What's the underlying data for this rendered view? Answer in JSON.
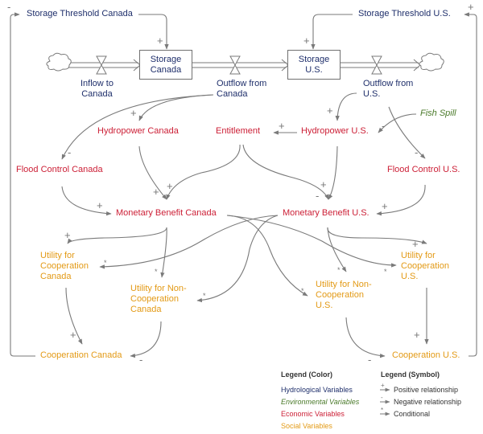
{
  "colors": {
    "hydrological": "#1f2f6b",
    "environmental": "#4a7a2a",
    "economic": "#cc1f36",
    "social": "#e39a16",
    "link": "#7a7a7a"
  },
  "stocks": {
    "storage_canada": "Storage\nCanada",
    "storage_us": "Storage\nU.S."
  },
  "variables": {
    "storage_threshold_canada": "Storage Threshold Canada",
    "storage_threshold_us": "Storage Threshold U.S.",
    "inflow_canada": "Inflow to\nCanada",
    "outflow_canada": "Outflow from\nCanada",
    "outflow_us": "Outflow from\nU.S.",
    "fish_spill": "Fish Spill",
    "hydropower_canada": "Hydropower Canada",
    "entitlement": "Entitlement",
    "hydropower_us": "Hydropower U.S.",
    "flood_control_canada": "Flood Control Canada",
    "flood_control_us": "Flood Control U.S.",
    "monetary_benefit_canada": "Monetary Benefit Canada",
    "monetary_benefit_us": "Monetary Benefit U.S.",
    "utility_coop_canada": "Utility for\nCooperation\nCanada",
    "utility_noncoop_canada": "Utility for Non-\nCooperation\nCanada",
    "utility_noncoop_us": "Utility for Non-\nCooperation\nU.S.",
    "utility_coop_us": "Utility for\nCooperation\nU.S.",
    "cooperation_canada": "Cooperation Canada",
    "cooperation_us": "Cooperation U.S."
  },
  "polarity": {
    "positive": "+",
    "negative": "-",
    "conditional": "*"
  },
  "legend": {
    "color_title": "Legend (Color)",
    "symbol_title": "Legend (Symbol)",
    "color_items": [
      {
        "label": "Hydrological Variables",
        "category": "hydrological"
      },
      {
        "label": "Environmental Variables",
        "category": "environmental"
      },
      {
        "label": "Economic Variables",
        "category": "economic"
      },
      {
        "label": "Social Variables",
        "category": "social"
      }
    ],
    "symbol_items": [
      {
        "symbol": "+",
        "label": "Positive relationship"
      },
      {
        "symbol": "-",
        "label": "Negative relationship"
      },
      {
        "symbol": "*",
        "label": "Conditional"
      }
    ]
  },
  "links": [
    {
      "from": "storage_threshold_canada",
      "to": "storage_canada",
      "polarity": "+"
    },
    {
      "from": "storage_threshold_us",
      "to": "storage_us",
      "polarity": "+"
    },
    {
      "from": "outflow_canada",
      "to": "hydropower_canada",
      "polarity": "+"
    },
    {
      "from": "outflow_canada",
      "to": "flood_control_canada",
      "polarity": "-"
    },
    {
      "from": "outflow_us",
      "to": "hydropower_us",
      "polarity": "+"
    },
    {
      "from": "outflow_us",
      "to": "flood_control_us",
      "polarity": "-"
    },
    {
      "from": "fish_spill",
      "to": "hydropower_us",
      "polarity": "-"
    },
    {
      "from": "hydropower_us",
      "to": "entitlement",
      "polarity": "+"
    },
    {
      "from": "hydropower_canada",
      "to": "monetary_benefit_canada",
      "polarity": "+"
    },
    {
      "from": "entitlement",
      "to": "monetary_benefit_canada",
      "polarity": "+"
    },
    {
      "from": "entitlement",
      "to": "monetary_benefit_us",
      "polarity": "-"
    },
    {
      "from": "hydropower_us",
      "to": "monetary_benefit_us",
      "polarity": "+"
    },
    {
      "from": "flood_control_canada",
      "to": "monetary_benefit_canada",
      "polarity": "+"
    },
    {
      "from": "flood_control_us",
      "to": "monetary_benefit_us",
      "polarity": "+"
    },
    {
      "from": "monetary_benefit_canada",
      "to": "utility_coop_canada",
      "polarity": "+"
    },
    {
      "from": "monetary_benefit_canada",
      "to": "utility_noncoop_canada",
      "polarity": "*"
    },
    {
      "from": "monetary_benefit_canada",
      "to": "utility_noncoop_us",
      "polarity": "*"
    },
    {
      "from": "monetary_benefit_canada",
      "to": "utility_coop_us",
      "polarity": "*"
    },
    {
      "from": "monetary_benefit_us",
      "to": "utility_coop_us",
      "polarity": "+"
    },
    {
      "from": "monetary_benefit_us",
      "to": "utility_noncoop_us",
      "polarity": "*"
    },
    {
      "from": "monetary_benefit_us",
      "to": "utility_coop_canada",
      "polarity": "*"
    },
    {
      "from": "monetary_benefit_us",
      "to": "utility_noncoop_canada",
      "polarity": "*"
    },
    {
      "from": "utility_coop_canada",
      "to": "cooperation_canada",
      "polarity": "+"
    },
    {
      "from": "utility_noncoop_canada",
      "to": "cooperation_canada",
      "polarity": "-"
    },
    {
      "from": "utility_coop_us",
      "to": "cooperation_us",
      "polarity": "+"
    },
    {
      "from": "utility_noncoop_us",
      "to": "cooperation_us",
      "polarity": "-"
    },
    {
      "from": "cooperation_canada",
      "to": "storage_threshold_canada",
      "polarity": "-"
    },
    {
      "from": "cooperation_us",
      "to": "storage_threshold_us",
      "polarity": "+"
    }
  ]
}
